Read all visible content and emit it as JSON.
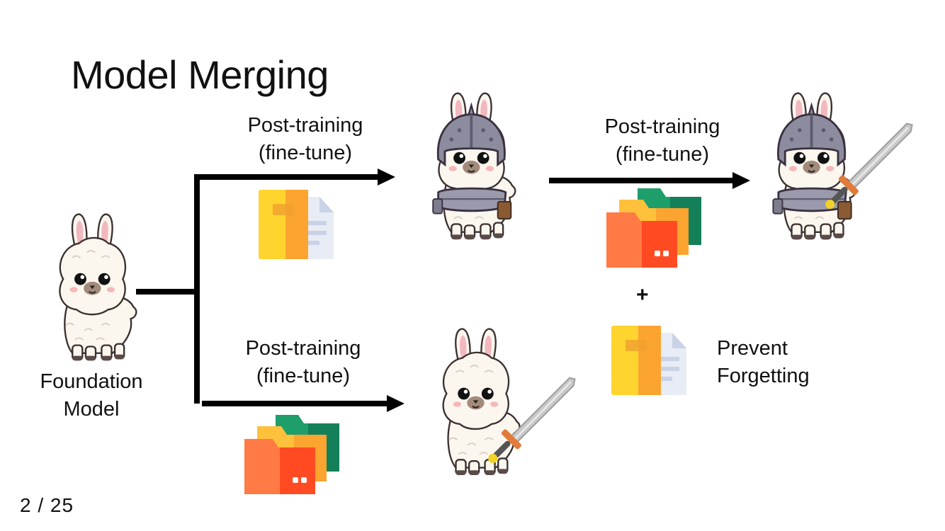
{
  "slide": {
    "title": "Model Merging",
    "page_indicator": "2 / 25"
  },
  "nodes": {
    "foundation": {
      "label_line1": "Foundation",
      "label_line2": "Model"
    },
    "edge_top": {
      "line1": "Post-training",
      "line2": "(fine-tune)"
    },
    "edge_bottom": {
      "line1": "Post-training",
      "line2": "(fine-tune)"
    },
    "edge_right": {
      "line1": "Post-training",
      "line2": "(fine-tune)"
    },
    "plus_sign": "+",
    "prevent": {
      "line1": "Prevent",
      "line2": "Forgetting"
    }
  },
  "icons": {
    "llama": "llama-icon",
    "armored_llama": "armored-llama-icon",
    "sword_llama": "sword-llama-icon",
    "armored_sword_llama": "armored-sword-llama-icon",
    "single_document": "document-folder-icon",
    "multi_folder": "folder-stack-icon"
  },
  "colors": {
    "arrow": "#000000",
    "folder_yellow": "#FFD42E",
    "folder_orange": "#FBA430",
    "folder_red": "#FF5A2C",
    "folder_green": "#1E9E6A",
    "armor": "#8C8C9E",
    "wool": "#FBF6EE"
  }
}
